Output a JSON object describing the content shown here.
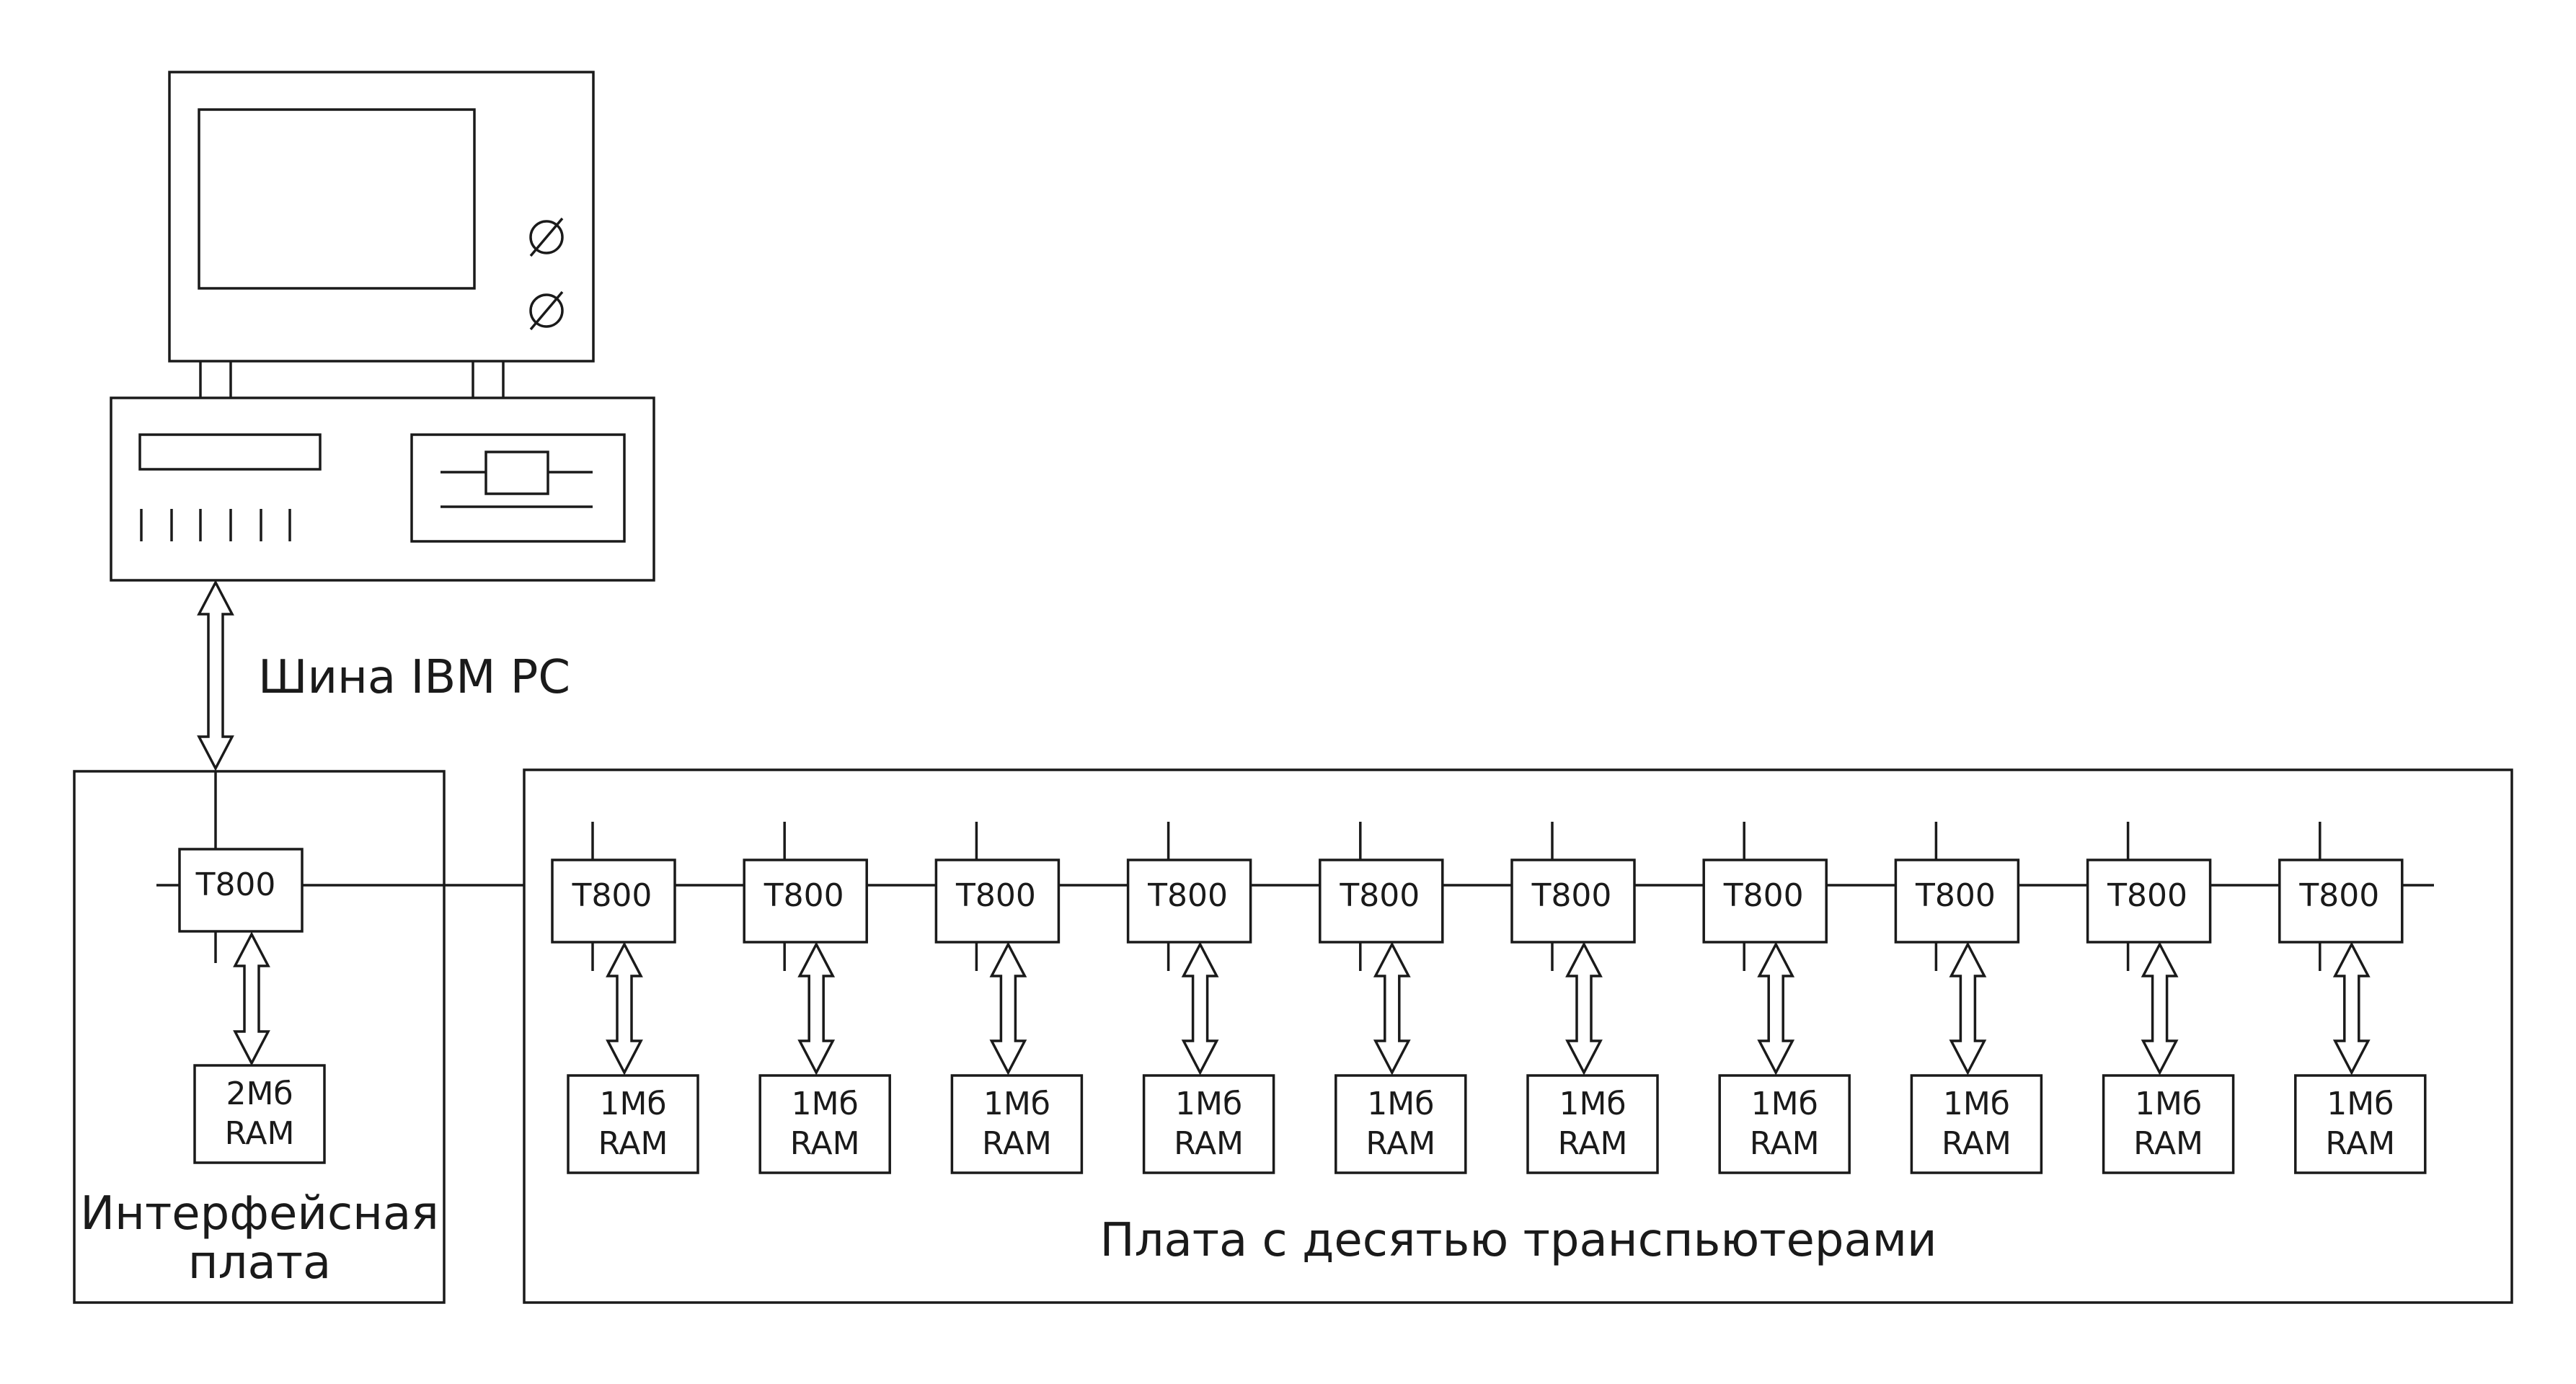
{
  "bus_label": "Шина IBM PC",
  "interface_board": {
    "label_line1": "Интерфейсная",
    "label_line2": "плата",
    "cpu": "T800",
    "ram_line1": "2Мб",
    "ram_line2": "RAM"
  },
  "transputer_board": {
    "label": "Плата с десятью транспьютерами",
    "nodes": [
      {
        "cpu": "T800",
        "ram_line1": "1Мб",
        "ram_line2": "RAM"
      },
      {
        "cpu": "T800",
        "ram_line1": "1Мб",
        "ram_line2": "RAM"
      },
      {
        "cpu": "T800",
        "ram_line1": "1Мб",
        "ram_line2": "RAM"
      },
      {
        "cpu": "T800",
        "ram_line1": "1Мб",
        "ram_line2": "RAM"
      },
      {
        "cpu": "T800",
        "ram_line1": "1Мб",
        "ram_line2": "RAM"
      },
      {
        "cpu": "T800",
        "ram_line1": "1Мб",
        "ram_line2": "RAM"
      },
      {
        "cpu": "T800",
        "ram_line1": "1Мб",
        "ram_line2": "RAM"
      },
      {
        "cpu": "T800",
        "ram_line1": "1Мб",
        "ram_line2": "RAM"
      },
      {
        "cpu": "T800",
        "ram_line1": "1Мб",
        "ram_line2": "RAM"
      },
      {
        "cpu": "T800",
        "ram_line1": "1Мб",
        "ram_line2": "RAM"
      }
    ]
  },
  "colors": {
    "line": "#1a1a1a",
    "background": "#ffffff"
  }
}
